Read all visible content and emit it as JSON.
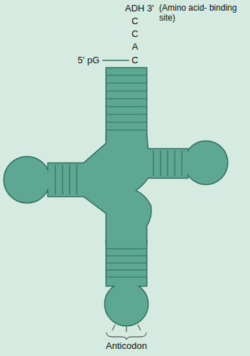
{
  "diagram": {
    "labels": [
      "ADH 3'",
      "(Amino acid- binding site)",
      "C",
      "C",
      "A",
      "5' pG",
      "C",
      "Anticodon"
    ]
  }
}
